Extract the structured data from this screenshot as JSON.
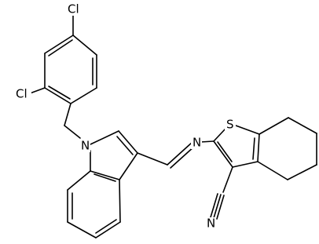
{
  "figure": {
    "type": "chemical-structure",
    "background": "#ffffff",
    "line_color": "#000000"
  },
  "atoms": {
    "cl_top": "Cl",
    "cl_left": "Cl",
    "n_indole": "N",
    "n_imine": "N",
    "s_thiophene": "S",
    "n_nitrile": "N"
  }
}
